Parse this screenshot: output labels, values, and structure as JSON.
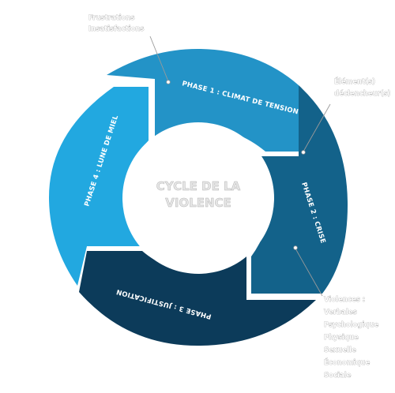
{
  "center": {
    "line1": "CYCLE DE LA",
    "line2": "VIOLENCE"
  },
  "phases": [
    {
      "label": "PHASE 1 : CLIMAT DE TENSION",
      "color": "#2393c7"
    },
    {
      "label": "PHASE 2 : CRISE",
      "color": "#13628a"
    },
    {
      "label": "PHASE 3 : JUSTIFICATION",
      "color": "#0c3b5a"
    },
    {
      "label": "PHASE 4 : LUNE DE MIEL",
      "color": "#22a8e0"
    }
  ],
  "annotations": {
    "tension": [
      "Frustrations",
      "Insatisfactions"
    ],
    "crise_trigger": [
      "Élément(s)",
      "déclencheur(s)"
    ],
    "violences": [
      "Violences :",
      "Verbales",
      "Psychologique",
      "Physique",
      "Sexuelle",
      "Économique",
      "Sociale"
    ]
  }
}
